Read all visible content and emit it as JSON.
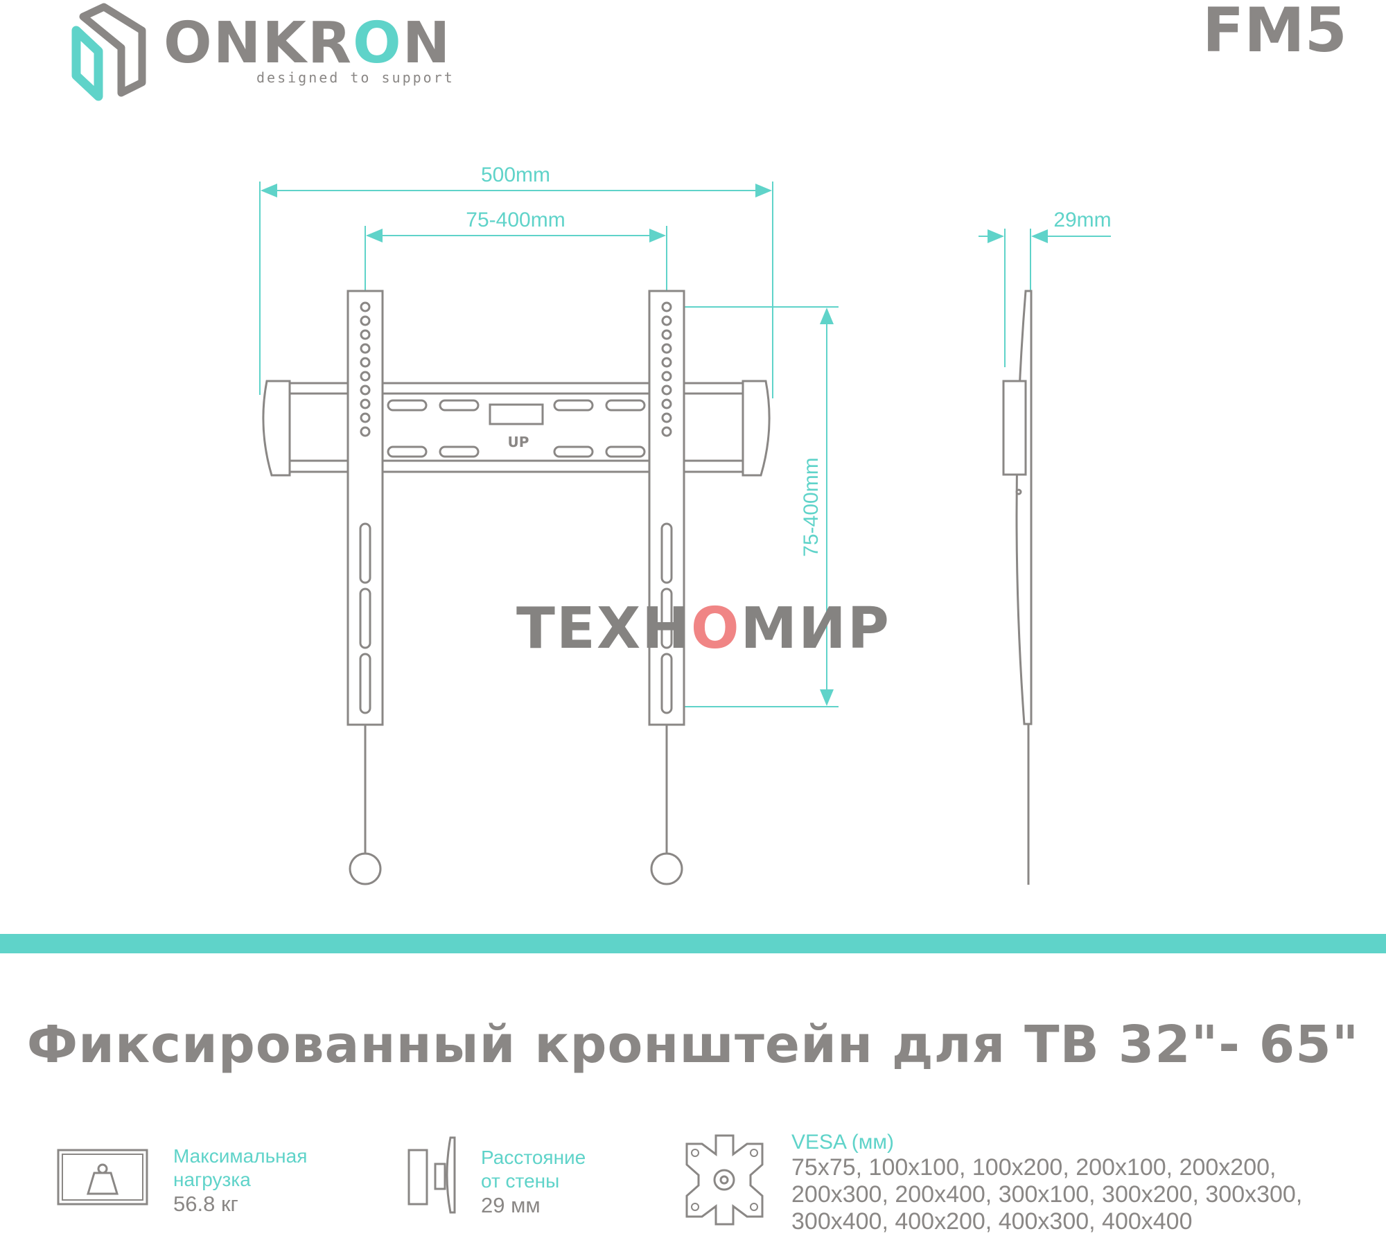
{
  "brand": {
    "name_part1": "ONKR",
    "name_o": "O",
    "name_part2": "N",
    "tagline": "designed to support"
  },
  "model": "FM5",
  "diagram": {
    "width_label": "500mm",
    "hole_span_horizontal": "75-400mm",
    "hole_span_vertical": "75-400mm",
    "depth_label": "29mm",
    "plate_marking": "UP"
  },
  "watermark": {
    "part1": "ТЕХН",
    "o": "О",
    "part2": "МИР"
  },
  "title": "Фиксированный кронштейн для ТВ 32\"- 65\"",
  "specs": {
    "load": {
      "label_line1": "Максимальная",
      "label_line2": "нагрузка",
      "value": "56.8 кг",
      "icon": "weight-icon"
    },
    "wall_distance": {
      "label_line1": "Расстояние",
      "label_line2": "от стены",
      "value": "29 мм",
      "icon": "wall-mount-icon"
    },
    "vesa": {
      "label": "VESA (мм)",
      "lines": [
        "75x75, 100x100, 100x200, 200x100, 200x200,",
        "200x300, 200x400, 300x100, 300x200, 300x300,",
        "300x400, 400x200, 400x300, 400x400"
      ],
      "icon": "vesa-plate-icon"
    }
  },
  "colors": {
    "accent": "#5fd3c9",
    "text": "#8a8785",
    "watermark_accent": "#f08585"
  }
}
